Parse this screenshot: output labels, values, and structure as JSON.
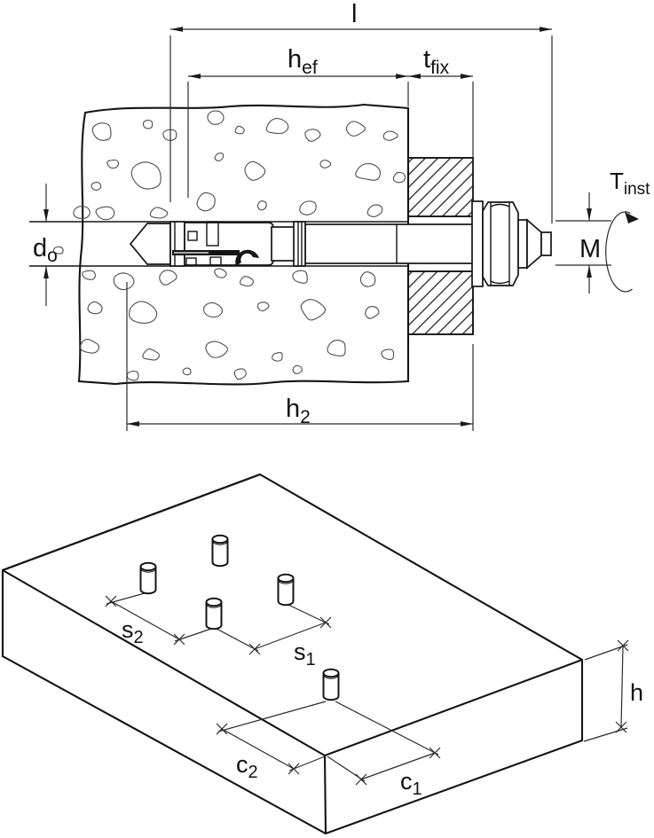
{
  "figure": {
    "type": "technical-drawing",
    "description": "Expansion anchor installation: cross-section in concrete with fixture, nut and torque symbol; isometric concrete slab with anchor spacing and edge distances",
    "colors": {
      "line": "#141414",
      "aggregate": "#4d4d4d",
      "background": "#ffffff"
    },
    "labels": {
      "l": {
        "main": "l",
        "sub": ""
      },
      "hef": {
        "main": "h",
        "sub": "ef"
      },
      "tfix": {
        "main": "t",
        "sub": "fix"
      },
      "do": {
        "main": "d",
        "sub": "o"
      },
      "M": {
        "main": "M",
        "sub": ""
      },
      "Tinst": {
        "main": "T",
        "sub": "inst"
      },
      "h2": {
        "main": "h",
        "sub": "2"
      },
      "s1": {
        "main": "s",
        "sub": "1"
      },
      "s2": {
        "main": "s",
        "sub": "2"
      },
      "c1": {
        "main": "c",
        "sub": "1"
      },
      "c2": {
        "main": "c",
        "sub": "2"
      },
      "h": {
        "main": "h",
        "sub": ""
      }
    }
  }
}
